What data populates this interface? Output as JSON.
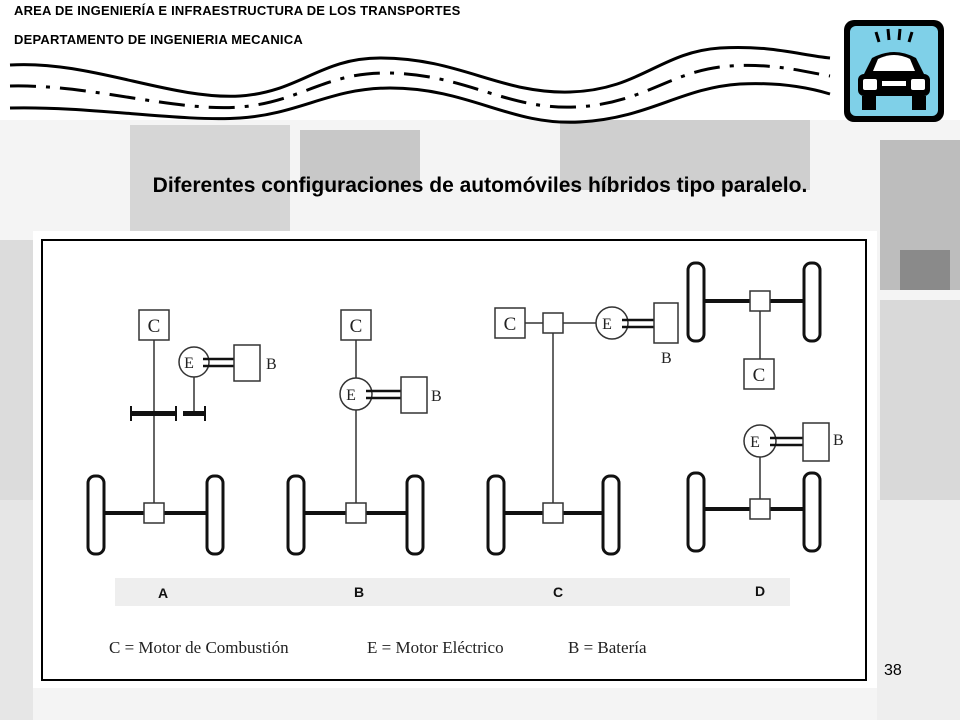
{
  "header": {
    "line1": "AREA DE INGENIERÍA E INFRAESTRUCTURA DE LOS TRANSPORTES",
    "line2": "DEPARTAMENTO DE INGENIERIA MECANICA"
  },
  "title": "Diferentes configuraciones de automóviles híbridos tipo paralelo.",
  "diagram": {
    "labels": {
      "c": "C",
      "e": "E",
      "b": "B"
    },
    "configs": [
      "A",
      "B",
      "C",
      "D"
    ],
    "legend": {
      "c": "C = Motor de Combustión",
      "e": "E = Motor Eléctrico",
      "b": "B = Batería"
    }
  },
  "page_number": "38",
  "icon": {
    "name": "car-icon",
    "color": "#7fd0e8"
  }
}
